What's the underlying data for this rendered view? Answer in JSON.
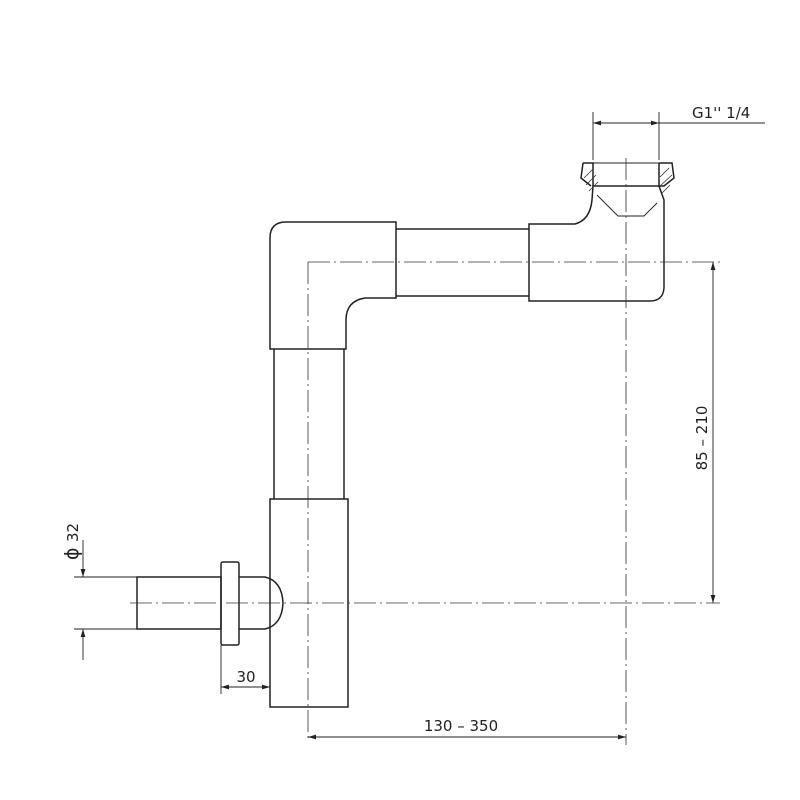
{
  "dimensions": {
    "thread": "G1'' 1/4",
    "height_range": "85 – 210",
    "length_range": "130 – 350",
    "diameter_value": "32",
    "diameter_symbol": "ϕ",
    "flange_offset": "30"
  }
}
